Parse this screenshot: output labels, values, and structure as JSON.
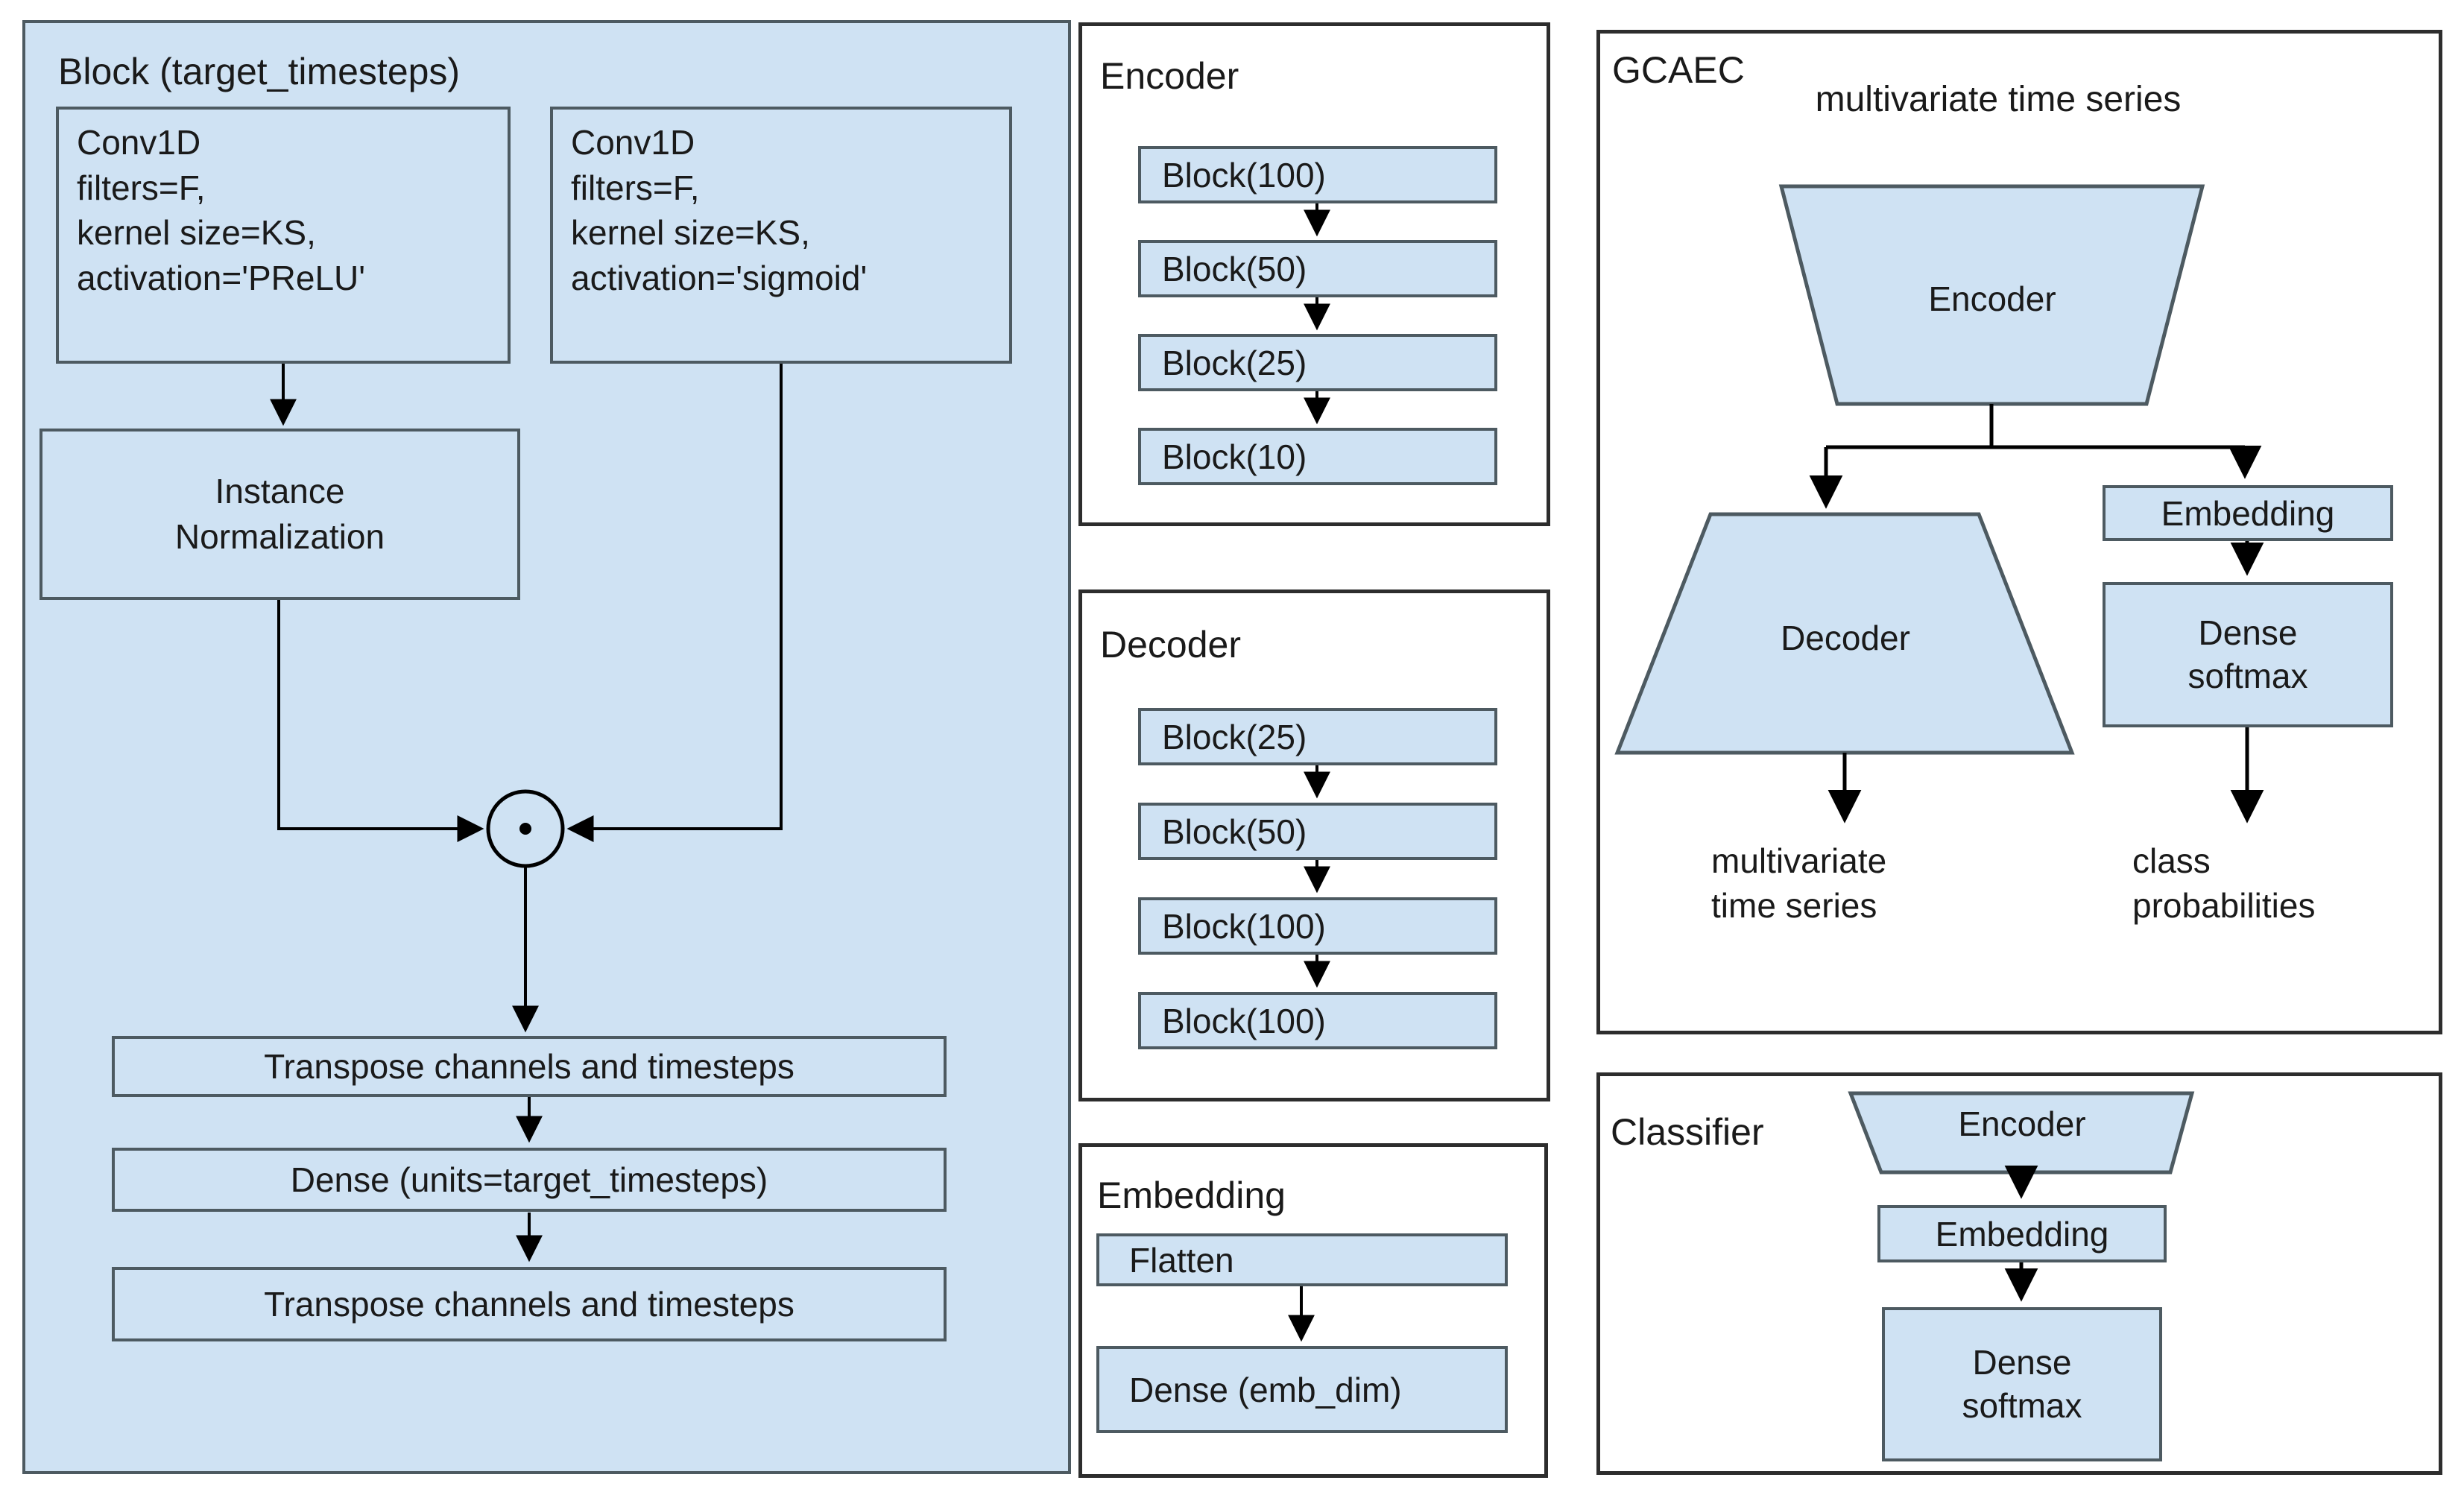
{
  "colors": {
    "diagram_blue_fill": "#cfe2f3",
    "blue_box_border": "#4d5a61",
    "panel_border": "#2d2d2d",
    "connector_black": "#000000",
    "text": "#1a1a1a",
    "background": "#ffffff"
  },
  "block_panel": {
    "title": "Block (target_timesteps)",
    "conv_prelu": "Conv1D\nfilters=F,\nkernel size=KS,\nactivation='PReLU'",
    "conv_sigmoid": "Conv1D\nfilters=F,\nkernel size=KS,\nactivation='sigmoid'",
    "instance_norm": "Instance\nNormalization",
    "multiply_icon": "elementwise-multiply (circle with center dot)",
    "transpose1": "Transpose channels and timesteps",
    "dense": "Dense (units=target_timesteps)",
    "transpose2": "Transpose channels and timesteps"
  },
  "encoder_panel": {
    "title": "Encoder",
    "blocks": [
      "Block(100)",
      "Block(50)",
      "Block(25)",
      "Block(10)"
    ]
  },
  "decoder_panel": {
    "title": "Decoder",
    "blocks": [
      "Block(25)",
      "Block(50)",
      "Block(100)",
      "Block(100)"
    ]
  },
  "embedding_panel": {
    "title": "Embedding",
    "flatten": "Flatten",
    "dense": "Dense (emb_dim)"
  },
  "gcaec_panel": {
    "title": "GCAEC",
    "input_label": "multivariate time series",
    "encoder_label": "Encoder",
    "decoder_label": "Decoder",
    "embedding_label": "Embedding",
    "dense_softmax": "Dense\nsoftmax",
    "output_reconstruction": "multivariate\ntime series",
    "output_classes": "class\nprobabilities"
  },
  "classifier_panel": {
    "title": "Classifier",
    "encoder_label": "Encoder",
    "embedding_label": "Embedding",
    "dense_softmax": "Dense\nsoftmax"
  }
}
